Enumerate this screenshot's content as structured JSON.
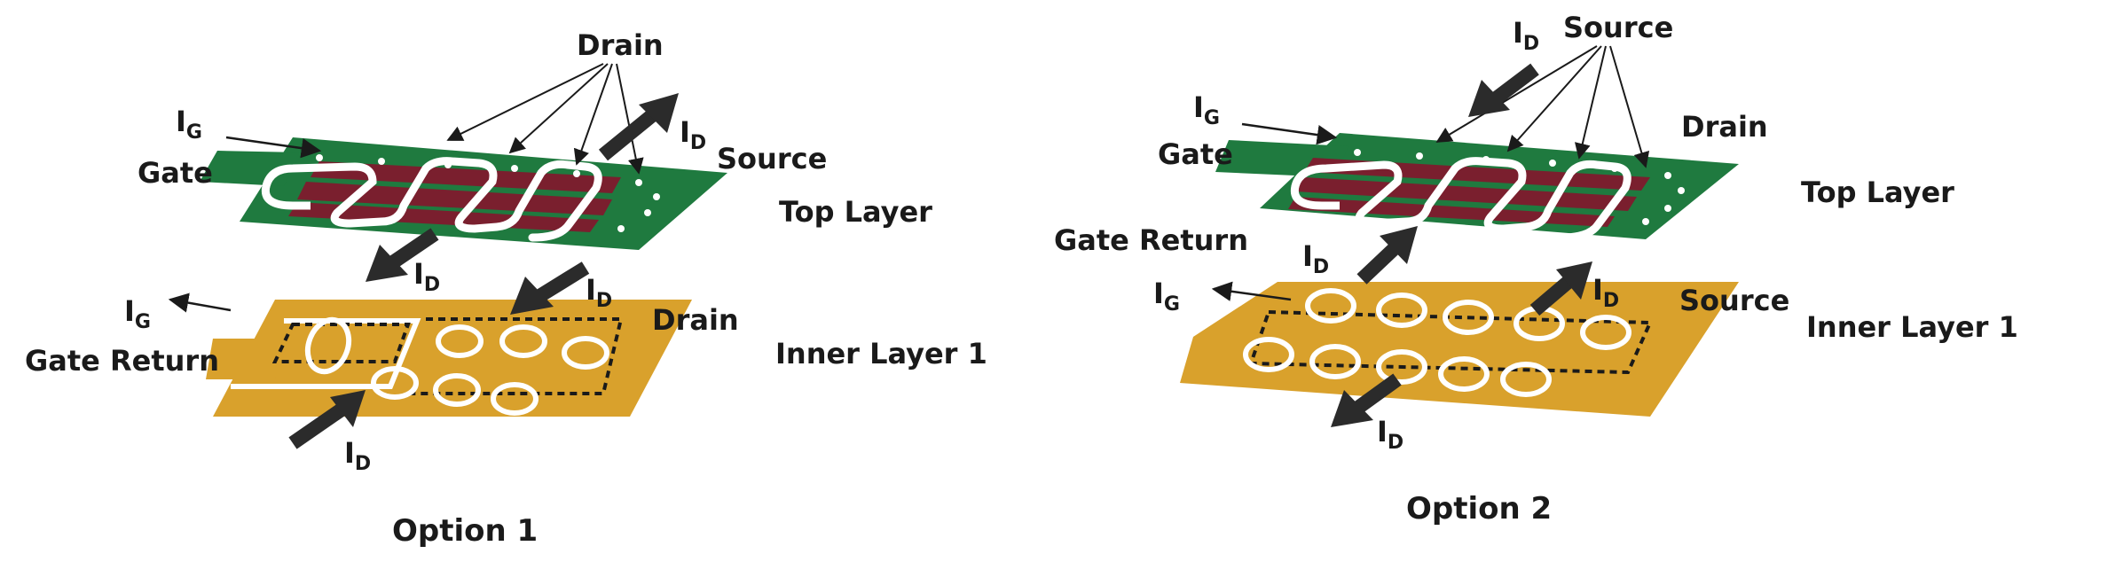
{
  "option1": {
    "caption": "Option 1",
    "labels": {
      "drain_top": "Drain",
      "gate": "Gate",
      "source": "Source",
      "top_layer": "Top Layer",
      "drain_inner": "Drain",
      "inner_layer": "Inner Layer 1",
      "gate_return": "Gate Return"
    },
    "currents": {
      "ig_top": "I",
      "ig_top_sub": "G",
      "ig_inner": "I",
      "ig_inner_sub": "G",
      "id_out": "I",
      "id_out_sub": "D",
      "id_mid_left": "I",
      "id_mid_left_sub": "D",
      "id_mid_right": "I",
      "id_mid_right_sub": "D",
      "id_bottom": "I",
      "id_bottom_sub": "D"
    }
  },
  "option2": {
    "caption": "Option 2",
    "labels": {
      "source_top": "Source",
      "gate": "Gate",
      "drain": "Drain",
      "top_layer": "Top Layer",
      "gate_return": "Gate Return",
      "source_inner": "Source",
      "inner_layer": "Inner Layer 1"
    },
    "currents": {
      "id_top": "I",
      "id_top_sub": "D",
      "ig_top": "I",
      "ig_top_sub": "G",
      "ig_inner": "I",
      "ig_inner_sub": "G",
      "id_mid_left": "I",
      "id_mid_left_sub": "D",
      "id_mid_right": "I",
      "id_mid_right_sub": "D",
      "id_bottom": "I",
      "id_bottom_sub": "D"
    }
  },
  "colors": {
    "top_layer_green": "#1f7a3f",
    "drain_fingers": "#7a1f2e",
    "inner_layer_gold": "#d9a12c",
    "pad_white": "#ffffff",
    "arrow_dark": "#2b2b2b"
  }
}
